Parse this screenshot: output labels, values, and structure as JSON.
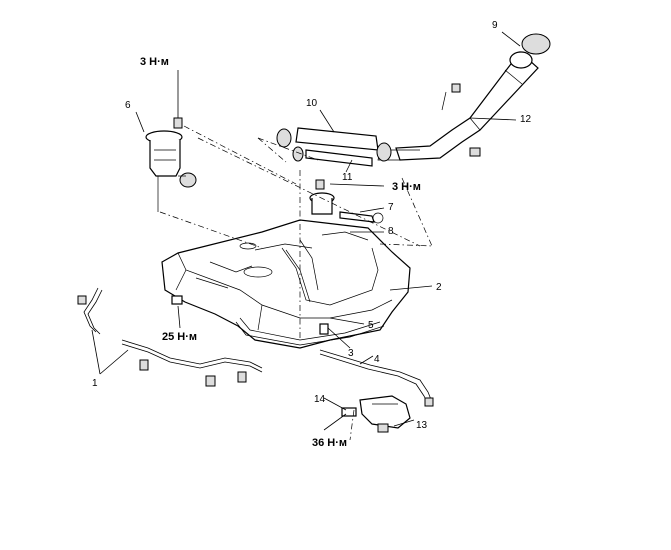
{
  "callouts": {
    "c1": "1",
    "c2": "2",
    "c3": "3",
    "c4": "4",
    "c5": "5",
    "c6": "6",
    "c7": "7",
    "c8": "8",
    "c9": "9",
    "c10": "10",
    "c11": "11",
    "c12": "12",
    "c13": "13",
    "c14": "14"
  },
  "torques": {
    "t_pump": "3 Н·м",
    "t_gauge": "3 Н·м",
    "t_tank": "25 Н·м",
    "t_drain": "36 Н·м"
  }
}
